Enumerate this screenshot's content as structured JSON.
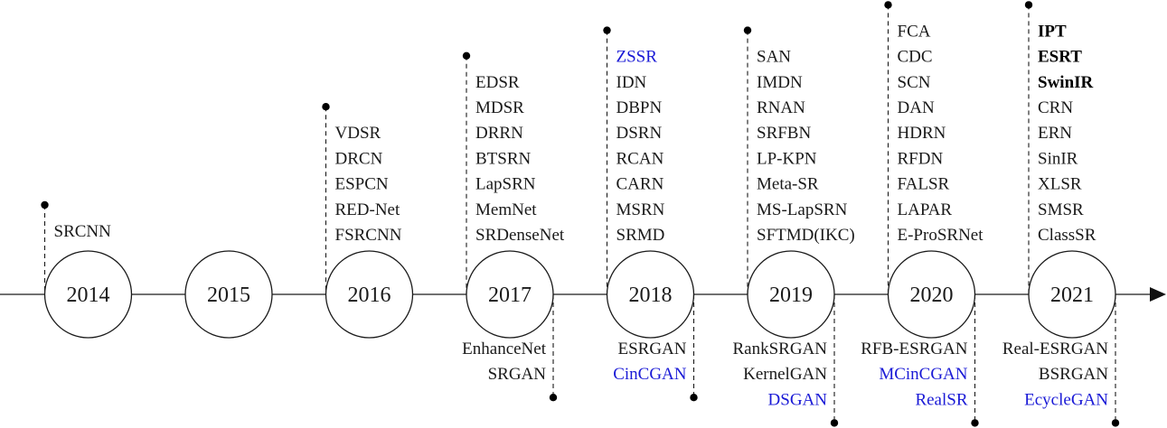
{
  "colors": {
    "line": "#1a1a1a",
    "highlight_text": "#1a1ad6",
    "text": "#1a1a1a"
  },
  "timeline": [
    {
      "year": "2014",
      "above": [
        {
          "text": "SRCNN"
        }
      ],
      "below": []
    },
    {
      "year": "2015",
      "above": [],
      "below": []
    },
    {
      "year": "2016",
      "above": [
        {
          "text": "VDSR"
        },
        {
          "text": "DRCN"
        },
        {
          "text": "ESPCN"
        },
        {
          "text": "RED-Net"
        },
        {
          "text": "FSRCNN"
        }
      ],
      "below": []
    },
    {
      "year": "2017",
      "above": [
        {
          "text": "EDSR"
        },
        {
          "text": "MDSR"
        },
        {
          "text": "DRRN"
        },
        {
          "text": "BTSRN"
        },
        {
          "text": "LapSRN"
        },
        {
          "text": "MemNet"
        },
        {
          "text": "SRDenseNet"
        }
      ],
      "below": [
        {
          "text": "EnhanceNet"
        },
        {
          "text": "SRGAN"
        }
      ]
    },
    {
      "year": "2018",
      "above": [
        {
          "text": "ZSSR",
          "style": "blue"
        },
        {
          "text": "IDN"
        },
        {
          "text": "DBPN"
        },
        {
          "text": "DSRN"
        },
        {
          "text": "RCAN"
        },
        {
          "text": "CARN"
        },
        {
          "text": "MSRN"
        },
        {
          "text": "SRMD"
        }
      ],
      "below": [
        {
          "text": "ESRGAN"
        },
        {
          "text": "CinCGAN",
          "style": "blue"
        }
      ]
    },
    {
      "year": "2019",
      "above": [
        {
          "text": "SAN"
        },
        {
          "text": "IMDN"
        },
        {
          "text": "RNAN"
        },
        {
          "text": "SRFBN"
        },
        {
          "text": "LP-KPN"
        },
        {
          "text": "Meta-SR"
        },
        {
          "text": "MS-LapSRN"
        },
        {
          "text": "SFTMD(IKC)"
        }
      ],
      "below": [
        {
          "text": "RankSRGAN"
        },
        {
          "text": "KernelGAN"
        },
        {
          "text": "DSGAN",
          "style": "blue"
        }
      ]
    },
    {
      "year": "2020",
      "above": [
        {
          "text": "FCA"
        },
        {
          "text": "CDC"
        },
        {
          "text": "SCN"
        },
        {
          "text": "DAN"
        },
        {
          "text": "HDRN"
        },
        {
          "text": "RFDN"
        },
        {
          "text": "FALSR"
        },
        {
          "text": "LAPAR"
        },
        {
          "text": "E-ProSRNet"
        }
      ],
      "below": [
        {
          "text": "RFB-ESRGAN"
        },
        {
          "text": "MCinCGAN",
          "style": "blue"
        },
        {
          "text": "RealSR",
          "style": "blue"
        }
      ]
    },
    {
      "year": "2021",
      "above": [
        {
          "text": "IPT",
          "style": "bold"
        },
        {
          "text": "ESRT",
          "style": "bold"
        },
        {
          "text": "SwinIR",
          "style": "bold"
        },
        {
          "text": "CRN"
        },
        {
          "text": "ERN"
        },
        {
          "text": "SinIR"
        },
        {
          "text": "XLSR"
        },
        {
          "text": "SMSR"
        },
        {
          "text": "ClassSR"
        }
      ],
      "below": [
        {
          "text": "Real-ESRGAN"
        },
        {
          "text": "BSRGAN"
        },
        {
          "text": "EcycleGAN",
          "style": "blue"
        }
      ]
    }
  ]
}
